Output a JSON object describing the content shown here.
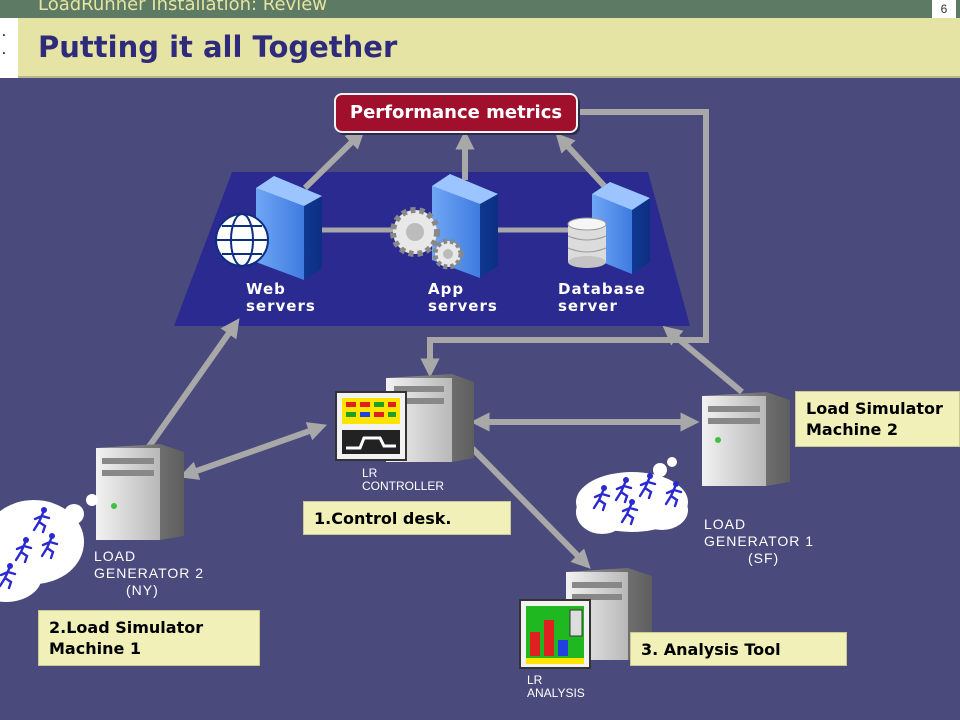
{
  "header": {
    "section_title": "LoadRunner Installation: Review",
    "page_number": "6"
  },
  "slide": {
    "title": "Putting it all Together"
  },
  "diagram": {
    "metrics_label": "Performance metrics",
    "servers": {
      "web": [
        "Web",
        "servers"
      ],
      "app": [
        "App",
        "servers"
      ],
      "database": [
        "Database",
        "server"
      ]
    },
    "controller": {
      "caption": [
        "LR",
        "CONTROLLER"
      ],
      "callout": "1.Control desk."
    },
    "generator_ny": {
      "caption": [
        "LOAD",
        "GENERATOR 2",
        "(NY)"
      ],
      "callout": [
        "2.Load Simulator",
        "Machine 1"
      ]
    },
    "generator_sf": {
      "caption": [
        "LOAD",
        "GENERATOR 1",
        "(SF)"
      ],
      "callout": [
        "Load Simulator",
        "Machine 2"
      ]
    },
    "analysis": {
      "caption": [
        "LR",
        "ANALYSIS"
      ],
      "callout": "3. Analysis Tool"
    }
  },
  "colors": {
    "background": "#4a4a7c",
    "title_bar": "#e6e4a4",
    "callout": "#f0f0b8",
    "metrics_button": "#a0102c",
    "server_platform": "#2a2a90",
    "arrow": "#a8a8a8"
  }
}
